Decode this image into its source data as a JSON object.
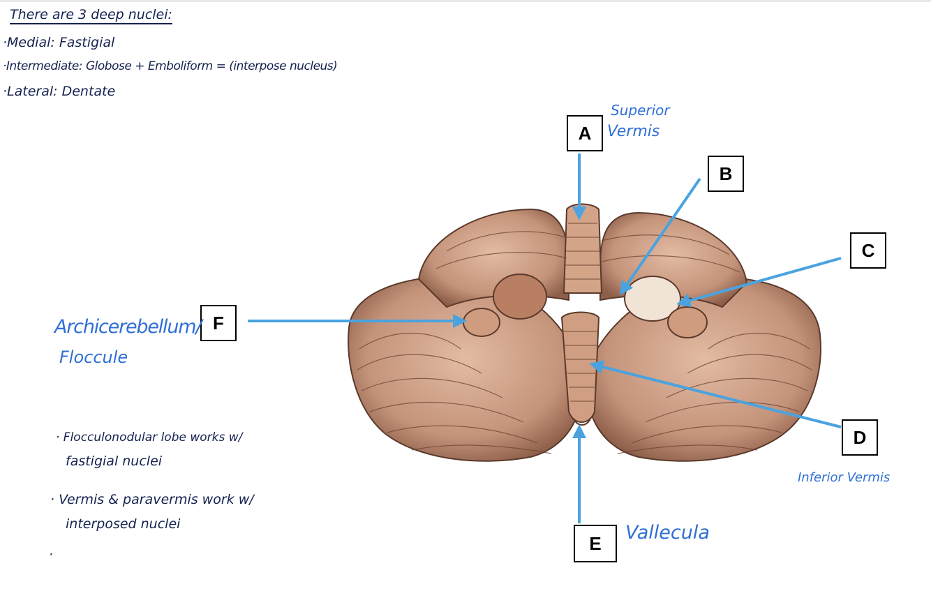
{
  "notes": {
    "heading": "There are 3 deep nuclei:",
    "medial": "·Medial: Fastigial",
    "intermediate": "·Intermediate: Globose + Emboliform = (interpose nucleus)",
    "lateral": "·Lateral: Dentate",
    "bullet1_line1": "· Flocculonodular lobe works w/",
    "bullet1_line2": "fastigial nuclei",
    "bullet2_line1": "· Vermis & paravermis work w/",
    "bullet2_line2": "interposed nuclei",
    "trailing_dot": "·"
  },
  "labels": {
    "A": "A",
    "B": "B",
    "C": "C",
    "D": "D",
    "E": "E",
    "F": "F"
  },
  "annotations": {
    "superior_line1": "Superior",
    "superior_line2": "Vermis",
    "archicerebellum_line1": "Archicerebellum/",
    "archicerebellum_line2": "Floccule",
    "inferior": "Inferior Vermis",
    "vallecula": "Vallecula"
  },
  "colors": {
    "note_ink": "#14224f",
    "annotation_ink": "#2f6fd6",
    "arrow": "#4aa3df",
    "tissue": "#c4937a",
    "tissue_line": "#5a3a2c"
  }
}
